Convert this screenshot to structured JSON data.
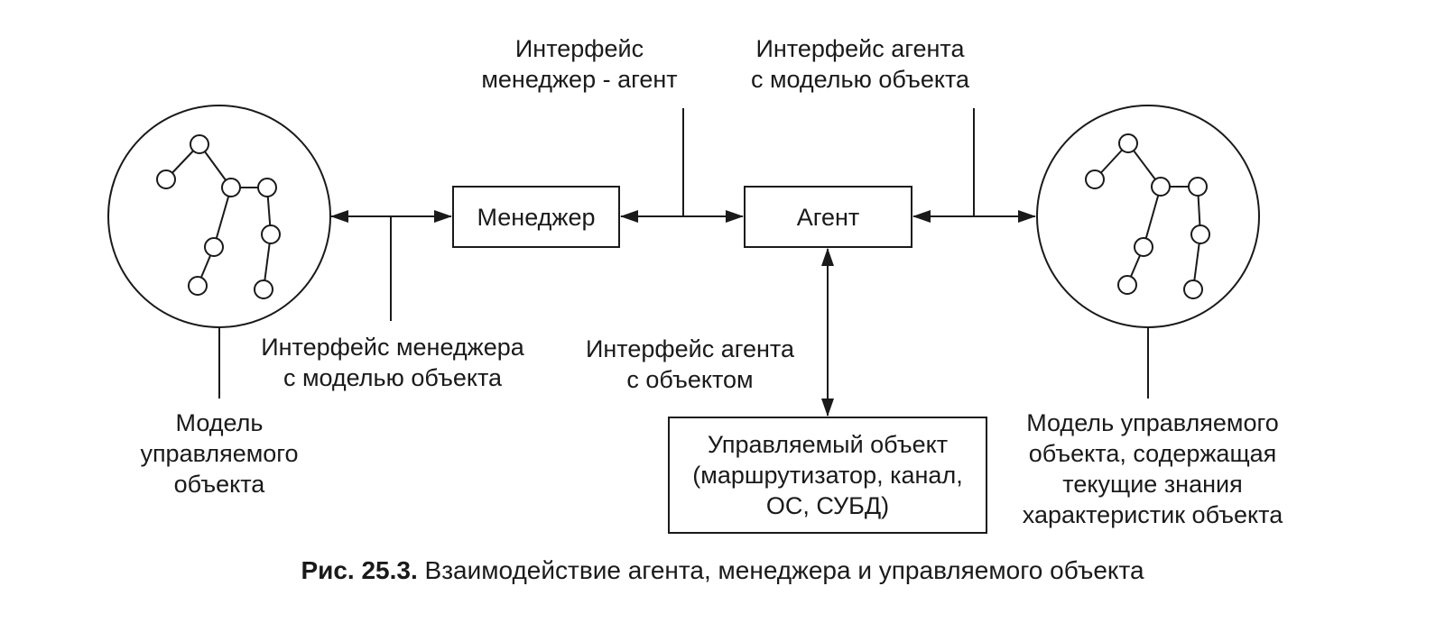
{
  "labels": {
    "iface_manager_agent": [
      "Интерфейс",
      "менеджер - агент"
    ],
    "iface_agent_model": [
      "Интерфейс агента",
      "с моделью объекта"
    ],
    "iface_manager_model": [
      "Интерфейс менеджера",
      "с моделью объекта"
    ],
    "iface_agent_object": [
      "Интерфейс агента",
      "с объектом"
    ],
    "model_left": [
      "Модель",
      "управляемого",
      "объекта"
    ],
    "model_right": [
      "Модель управляемого",
      "объекта, содержащая",
      "текущие знания",
      "характеристик объекта"
    ]
  },
  "boxes": {
    "manager": "Менеджер",
    "agent": "Агент",
    "managed_object": [
      "Управляемый объект",
      "(маршрутизатор, канал,",
      "ОС, СУБД)"
    ]
  },
  "caption": {
    "figure": "Рис. 25.3.",
    "text": "Взаимодействие агента, менеджера и управляемого объекта"
  },
  "colors": {
    "stroke": "#1a1a1a",
    "background": "#ffffff"
  }
}
